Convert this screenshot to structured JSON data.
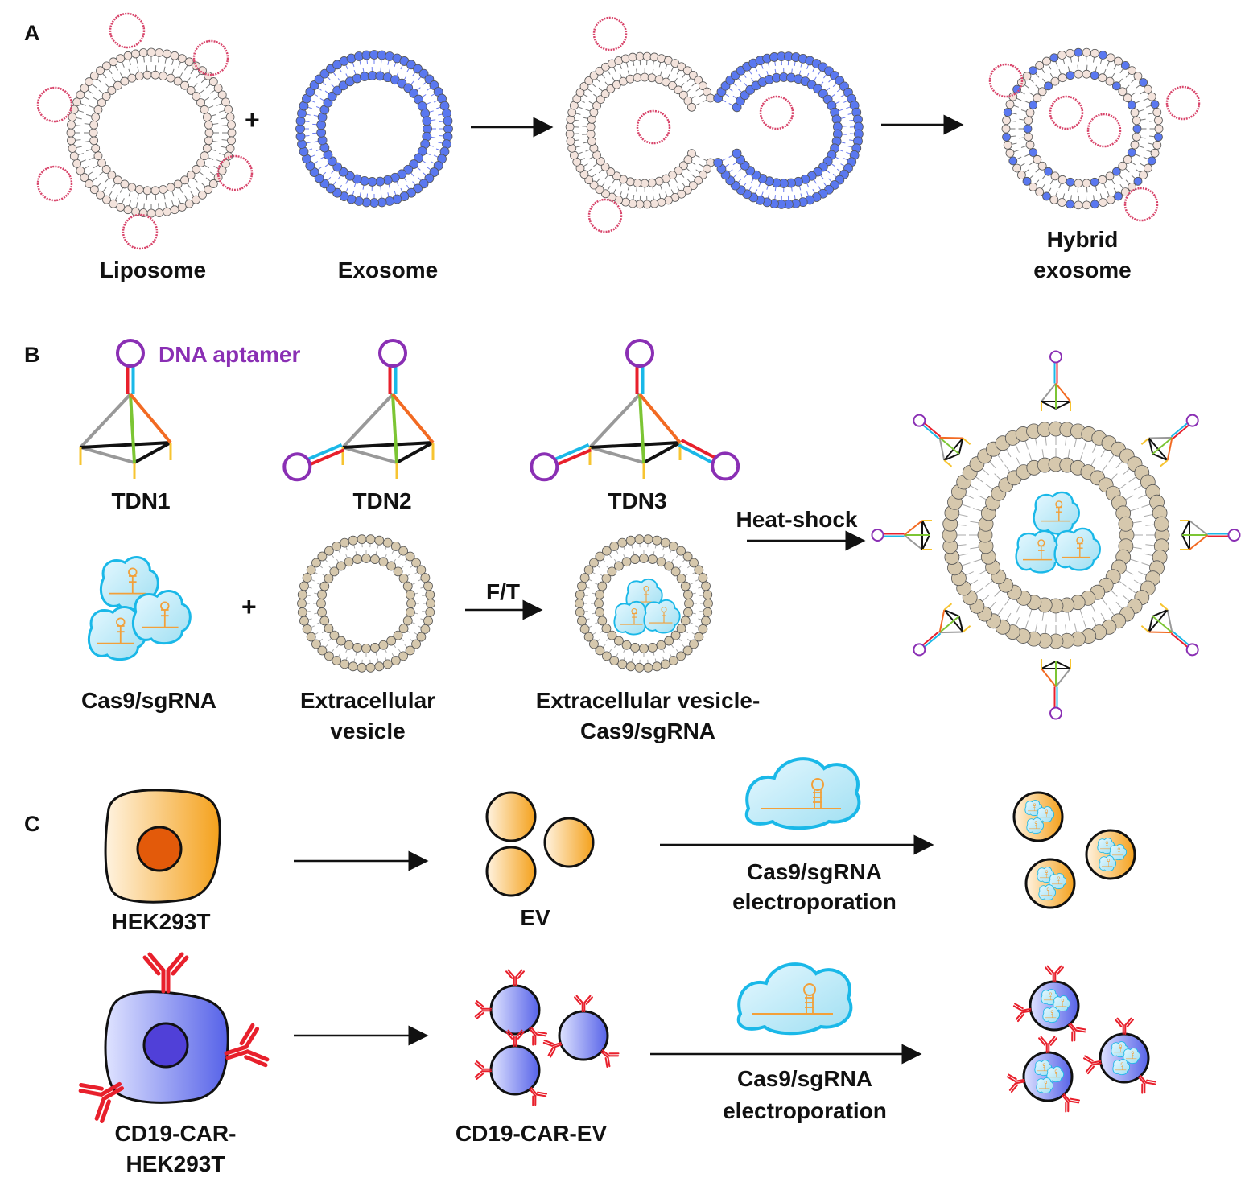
{
  "panels": {
    "a": "A",
    "b": "B",
    "c": "C"
  },
  "panel_a": {
    "plus": "+",
    "liposome": "Liposome",
    "exosome": "Exosome",
    "hybrid_line1": "Hybrid",
    "hybrid_line2": "exosome"
  },
  "panel_b": {
    "dna_aptamer": "DNA aptamer",
    "tdn1": "TDN1",
    "tdn2": "TDN2",
    "tdn3": "TDN3",
    "heat_shock": "Heat-shock",
    "plus": "+",
    "ft": "F/T",
    "cas9": "Cas9/sgRNA",
    "ev_line1": "Extracellular",
    "ev_line2": "vesicle",
    "evcas_line1": "Extracellular vesicle-",
    "evcas_line2": "Cas9/sgRNA"
  },
  "panel_c": {
    "hek": "HEK293T",
    "ev": "EV",
    "electro1_line1": "Cas9/sgRNA",
    "electro1_line2": "electroporation",
    "car_line1": "CD19-CAR-",
    "car_line2": "HEK293T",
    "car_ev": "CD19-CAR-EV",
    "electro2_line1": "Cas9/sgRNA",
    "electro2_line2": "electroporation"
  },
  "colors": {
    "liposome_head": "#f3e3dc",
    "exosome_head": "#5a78f0",
    "tan_head": "#d6c8ad",
    "pink_ring": "#d8446a",
    "aptamer": "#8a2fb4",
    "cyan": "#1ab8e8",
    "orange_cell": "#f4a11c",
    "blue_cell": "#5662e8",
    "antibody": "#e8202c"
  }
}
